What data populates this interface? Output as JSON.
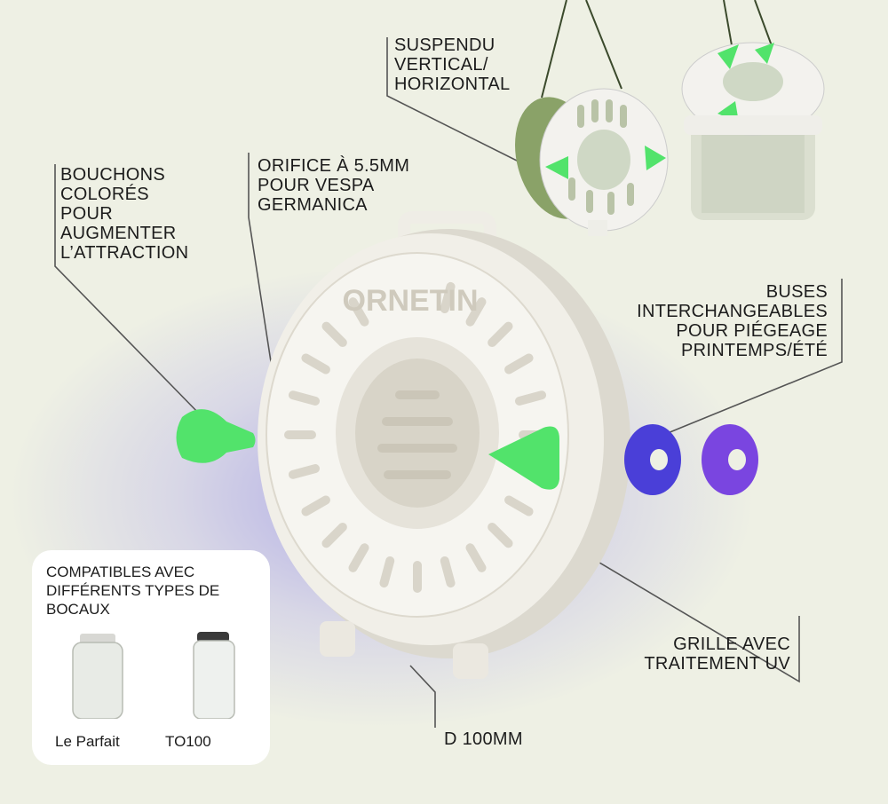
{
  "labels": {
    "bouchons": "BOUCHONS\nCOLORÉS\nPOUR\nAUGMENTER\nL’ATTRACTION",
    "orifice": "ORIFICE À 5.5MM\nPOUR VESPA\nGERMANICA",
    "suspendu": "SUSPENDU\nVERTICAL/\nHORIZONTAL",
    "buses": "BUSES\nINTERCHANGEABLES\nPOUR PIÉGEAGE\nPRINTEMPS/ÉTÉ",
    "grille": "GRILLE AVEC\nTRAITEMENT UV",
    "diametre": "D 100MM"
  },
  "brand": "ORNETIN",
  "card": {
    "title": "COMPATIBLES AVEC\nDIFFÉRENTS TYPES DE\nBOCAUX",
    "jars": [
      {
        "name": "Le Parfait"
      },
      {
        "name": "TO100"
      }
    ]
  },
  "colors": {
    "background": "#eef0e4",
    "trap_body": "#f1efe8",
    "green_cap": "#52e36b",
    "blue_nozzle": "#4a3fd8",
    "purple_nozzle": "#7a45e0",
    "blur_glow": "#7b72e6"
  }
}
